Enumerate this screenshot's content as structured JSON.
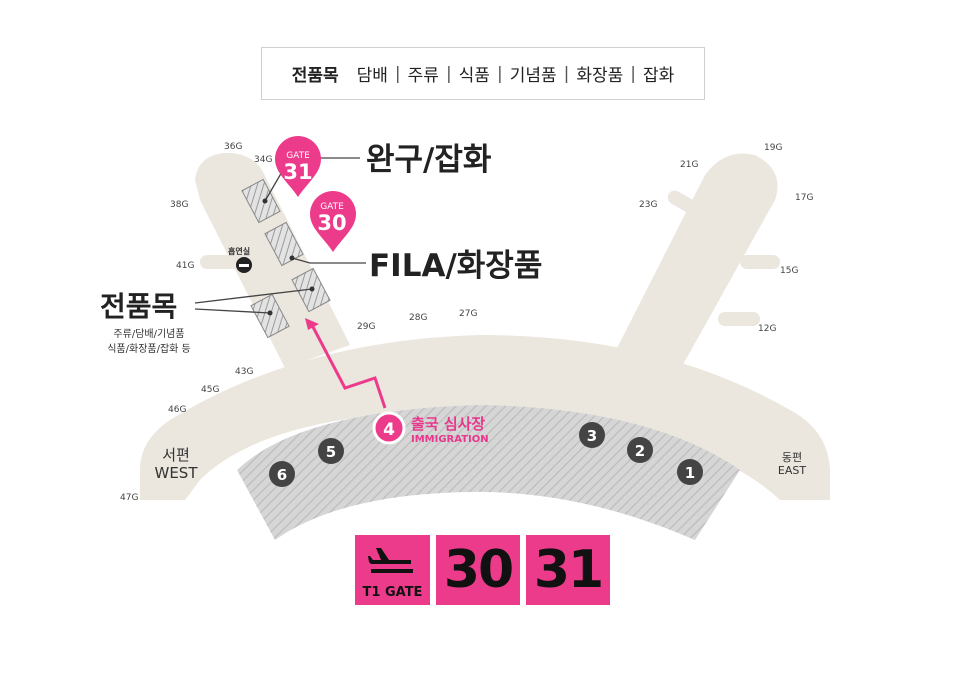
{
  "legend": {
    "lead": "전품목",
    "items": [
      "담배",
      "주류",
      "식품",
      "기념품",
      "화장품",
      "잡화"
    ],
    "separator": "|"
  },
  "gates": [
    "36G",
    "34G",
    "38G",
    "41G",
    "43G",
    "45G",
    "46G",
    "47G",
    "29G",
    "28G",
    "27G",
    "21G",
    "19G",
    "23G",
    "17G",
    "15G",
    "12G"
  ],
  "pins": [
    {
      "top": "GATE",
      "number": "31"
    },
    {
      "top": "GATE",
      "number": "30"
    }
  ],
  "shops": {
    "toys": "완구/잡화",
    "fila": "FILA/화장품",
    "all": "전품목",
    "all_sub1": "주류/담배/기념품",
    "all_sub2": "식품/화장품/잡화 등"
  },
  "smoking_room": "흡연실",
  "immigration": {
    "number": "4",
    "kr": "출국 심사장",
    "en": "IMMIGRATION"
  },
  "checkpoints": [
    "1",
    "2",
    "3",
    "5",
    "6"
  ],
  "west": {
    "kr": "서편",
    "en": "WEST"
  },
  "east": {
    "kr": "동편",
    "en": "EAST"
  },
  "gate_badge": {
    "label": "T1 GATE",
    "numbers": [
      "30",
      "31"
    ]
  },
  "colors": {
    "accent": "#ec3b8b",
    "concourse": "#ebe7df",
    "hatch": "#cfcfcf"
  }
}
